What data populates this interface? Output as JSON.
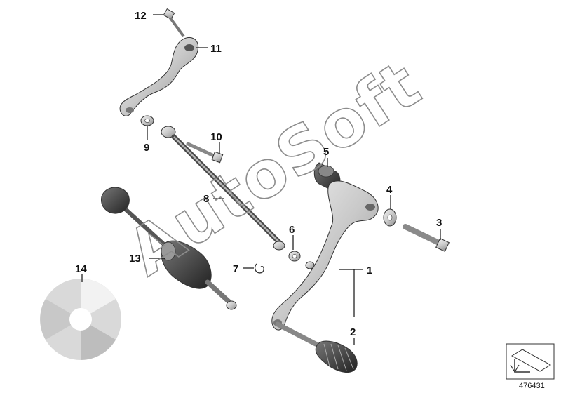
{
  "diagram": {
    "watermark": "AutoSoft",
    "reference_number": "476431",
    "callouts": [
      {
        "id": "1",
        "label": "1"
      },
      {
        "id": "2",
        "label": "2"
      },
      {
        "id": "3",
        "label": "3"
      },
      {
        "id": "4",
        "label": "4"
      },
      {
        "id": "5",
        "label": "5"
      },
      {
        "id": "6",
        "label": "6"
      },
      {
        "id": "7",
        "label": "7"
      },
      {
        "id": "8",
        "label": "8"
      },
      {
        "id": "9",
        "label": "9"
      },
      {
        "id": "10",
        "label": "10"
      },
      {
        "id": "11",
        "label": "11"
      },
      {
        "id": "12",
        "label": "12"
      },
      {
        "id": "13",
        "label": "13"
      },
      {
        "id": "14",
        "label": "14"
      }
    ],
    "colors": {
      "line": "#111111",
      "part_fill": "#d4d4d4",
      "part_dark": "#555555",
      "watermark": "#8c8c8c"
    }
  }
}
